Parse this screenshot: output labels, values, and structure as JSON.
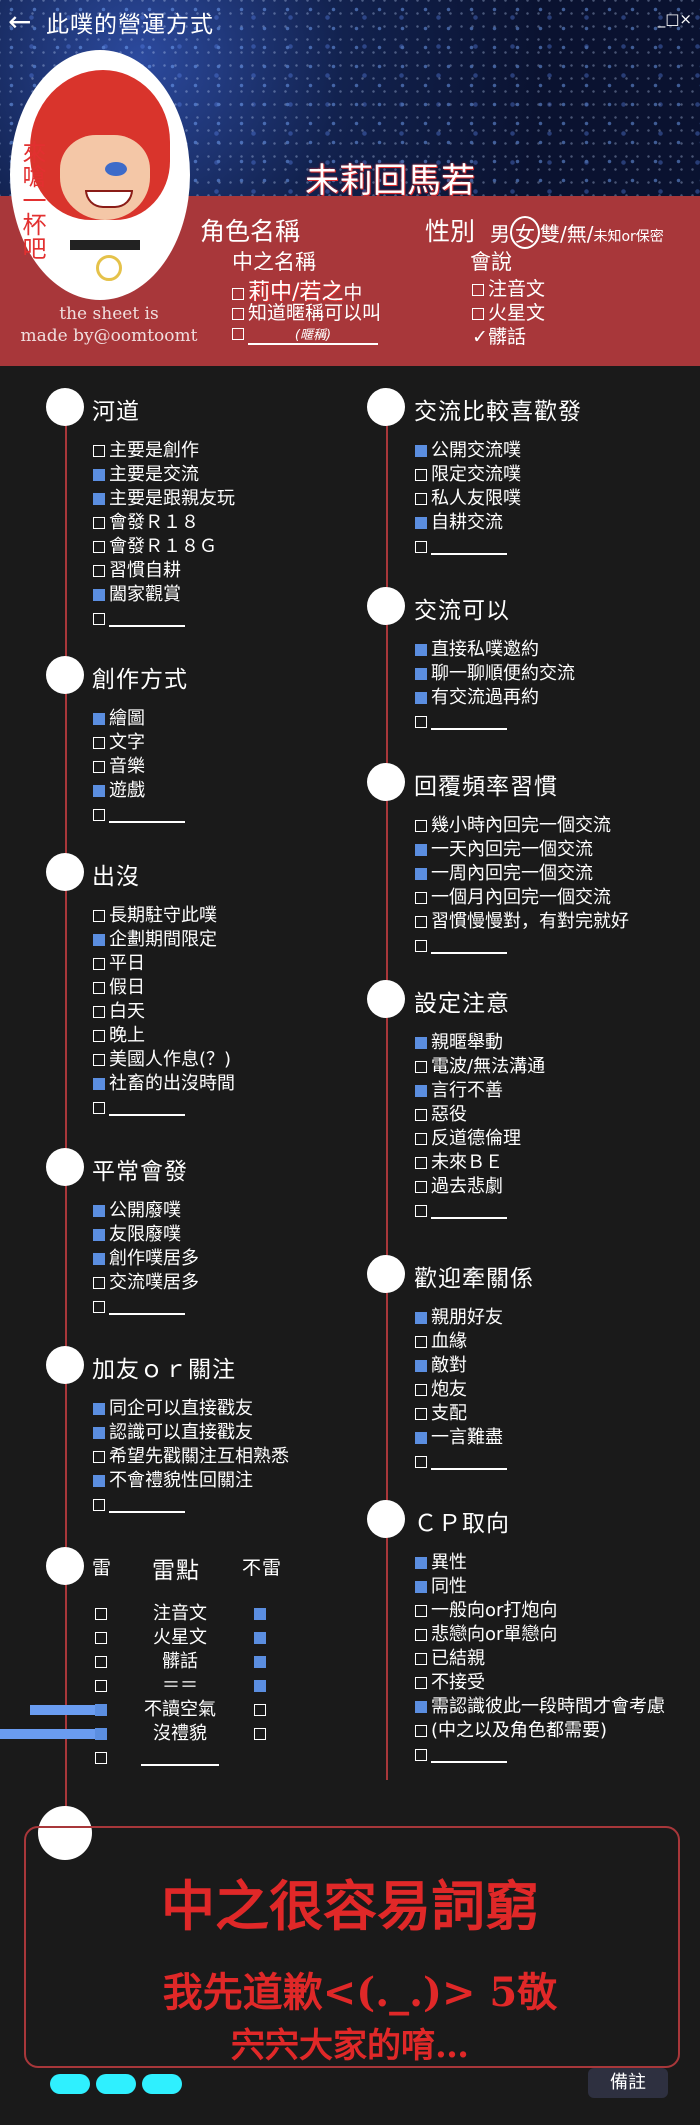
{
  "window": {
    "title": "此噗的營運方式",
    "back_glyph": "←",
    "controls": "_□×"
  },
  "profile": {
    "avatar_text": "來嗆一杯吧",
    "credit_line1": "the sheet is",
    "credit_line2": "made by@oomtoomt",
    "role_label": "角色名稱",
    "role_value": "未莉回馬若",
    "gender_label": "性別",
    "gender_options": [
      "男",
      "女",
      "雙/無/",
      "未知or保密"
    ],
    "gender_selected": "女",
    "oc_label": "中之名稱",
    "oc_value": "莉中/若之",
    "oc_suffix": "中",
    "oc_opt2": "知道暱稱可以叫",
    "oc_opt3_note": "(暱稱)",
    "speak_label": "會說",
    "speak_items": [
      "注音文",
      "火星文",
      "髒話"
    ]
  },
  "left": {
    "s1": {
      "title": "河道",
      "items": [
        {
          "t": "主要是創作",
          "on": false
        },
        {
          "t": "主要是交流",
          "on": true
        },
        {
          "t": "主要是跟親友玩",
          "on": true
        },
        {
          "t": "會發Ｒ１８",
          "on": false
        },
        {
          "t": "會發Ｒ１８Ｇ",
          "on": false
        },
        {
          "t": "習慣自耕",
          "on": false
        },
        {
          "t": "闔家觀賞",
          "on": true
        },
        {
          "t": "",
          "on": false
        }
      ]
    },
    "s2": {
      "title": "創作方式",
      "items": [
        {
          "t": "繪圖",
          "on": true
        },
        {
          "t": "文字",
          "on": false
        },
        {
          "t": "音樂",
          "on": false
        },
        {
          "t": "遊戲",
          "on": true
        },
        {
          "t": "",
          "on": false
        }
      ]
    },
    "s3": {
      "title": "出沒",
      "items": [
        {
          "t": "長期駐守此噗",
          "on": false
        },
        {
          "t": "企劃期間限定",
          "on": true
        },
        {
          "t": "平日",
          "on": false
        },
        {
          "t": "假日",
          "on": false
        },
        {
          "t": "白天",
          "on": false
        },
        {
          "t": "晚上",
          "on": false
        },
        {
          "t": "美國人作息(？)",
          "on": false
        },
        {
          "t": "社畜的出沒時間",
          "on": true
        },
        {
          "t": "",
          "on": false
        }
      ]
    },
    "s4": {
      "title": "平常會發",
      "items": [
        {
          "t": "公開廢噗",
          "on": true
        },
        {
          "t": "友限廢噗",
          "on": true
        },
        {
          "t": "創作噗居多",
          "on": true
        },
        {
          "t": "交流噗居多",
          "on": false
        },
        {
          "t": "",
          "on": false
        }
      ]
    },
    "s5": {
      "title": "加友ｏｒ關注",
      "items": [
        {
          "t": "同企可以直接戳友",
          "on": true
        },
        {
          "t": "認識可以直接戳友",
          "on": true
        },
        {
          "t": "希望先戳關注互相熟悉",
          "on": false
        },
        {
          "t": "不會禮貌性回關注",
          "on": true
        },
        {
          "t": "",
          "on": false
        }
      ]
    },
    "s6": {
      "title": "雷",
      "col_mid": "雷點",
      "col_right": "不雷",
      "rows": [
        {
          "t": "注音文",
          "mine": false,
          "ok": true
        },
        {
          "t": "火星文",
          "mine": false,
          "ok": true
        },
        {
          "t": "髒話",
          "mine": false,
          "ok": true
        },
        {
          "t": "＝＝",
          "mine": false,
          "ok": true
        },
        {
          "t": "不讀空氣",
          "mine": true,
          "ok": false
        },
        {
          "t": "沒禮貌",
          "mine": true,
          "ok": false
        },
        {
          "t": "",
          "mine": false,
          "ok": false
        }
      ]
    }
  },
  "right": {
    "r1": {
      "title": "交流比較喜歡發",
      "items": [
        {
          "t": "公開交流噗",
          "on": true
        },
        {
          "t": "限定交流噗",
          "on": false
        },
        {
          "t": "私人友限噗",
          "on": false
        },
        {
          "t": "自耕交流",
          "on": true
        },
        {
          "t": "",
          "on": false
        }
      ]
    },
    "r2": {
      "title": "交流可以",
      "items": [
        {
          "t": "直接私噗邀約",
          "on": true
        },
        {
          "t": "聊一聊順便約交流",
          "on": true
        },
        {
          "t": "有交流過再約",
          "on": true
        },
        {
          "t": "",
          "on": false
        }
      ]
    },
    "r3": {
      "title": "回覆頻率習慣",
      "items": [
        {
          "t": "幾小時內回完一個交流",
          "on": false
        },
        {
          "t": "一天內回完一個交流",
          "on": true
        },
        {
          "t": "一周內回完一個交流",
          "on": true
        },
        {
          "t": "一個月內回完一個交流",
          "on": false
        },
        {
          "t": "習慣慢慢對，有對完就好",
          "on": false
        },
        {
          "t": "",
          "on": false
        }
      ]
    },
    "r4": {
      "title": "設定注意",
      "items": [
        {
          "t": "親暱舉動",
          "on": true
        },
        {
          "t": "電波/無法溝通",
          "on": false
        },
        {
          "t": "言行不善",
          "on": true
        },
        {
          "t": "惡役",
          "on": false
        },
        {
          "t": "反道德倫理",
          "on": false
        },
        {
          "t": "未來ＢＥ",
          "on": false
        },
        {
          "t": "過去悲劇",
          "on": false
        },
        {
          "t": "",
          "on": false
        }
      ]
    },
    "r5": {
      "title": "歡迎牽關係",
      "items": [
        {
          "t": "親朋好友",
          "on": true
        },
        {
          "t": "血緣",
          "on": false
        },
        {
          "t": "敵對",
          "on": true
        },
        {
          "t": "炮友",
          "on": false
        },
        {
          "t": "支配",
          "on": false
        },
        {
          "t": "一言難盡",
          "on": true
        },
        {
          "t": "",
          "on": false
        }
      ]
    },
    "r6": {
      "title": "ＣＰ取向",
      "items": [
        {
          "t": "異性",
          "on": true
        },
        {
          "t": "同性",
          "on": true
        },
        {
          "t": "一般向or打炮向",
          "on": false
        },
        {
          "t": "悲戀向or單戀向",
          "on": false
        },
        {
          "t": "已結親",
          "on": false
        },
        {
          "t": "不接受",
          "on": false
        },
        {
          "t": "需認識彼此一段時間才會考慮",
          "on": true
        },
        {
          "t": "(中之以及角色都需要)",
          "on": false
        },
        {
          "t": "",
          "on": false
        }
      ]
    }
  },
  "message": {
    "line1": "中之很容易詞窮",
    "line2": "我先道歉<(._.)> 5敬",
    "line3": "宍宍大家的唷…"
  },
  "footer": {
    "note_button": "備註"
  }
}
